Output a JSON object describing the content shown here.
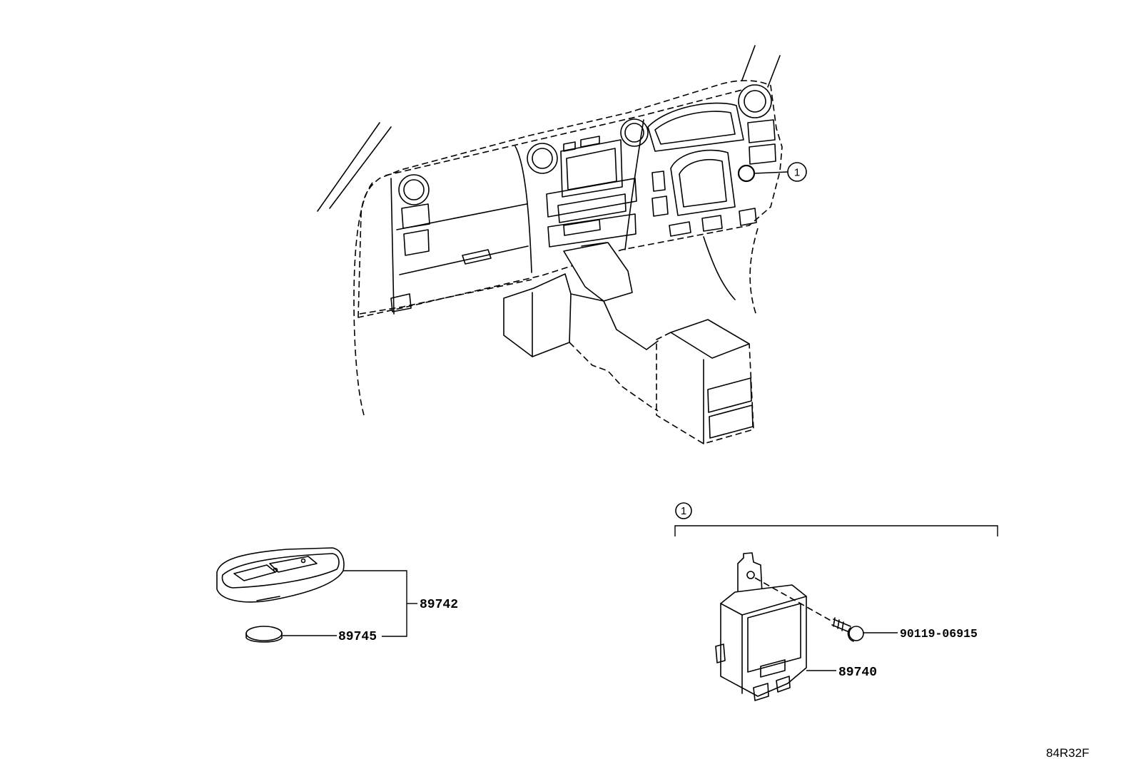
{
  "callouts": {
    "dashboard_callout": "1",
    "group_callout": "1"
  },
  "parts": {
    "key_fob": "89742",
    "battery": "89745",
    "bolt": "90119-06915",
    "receiver": "89740"
  },
  "diagram_id": "84R32F"
}
